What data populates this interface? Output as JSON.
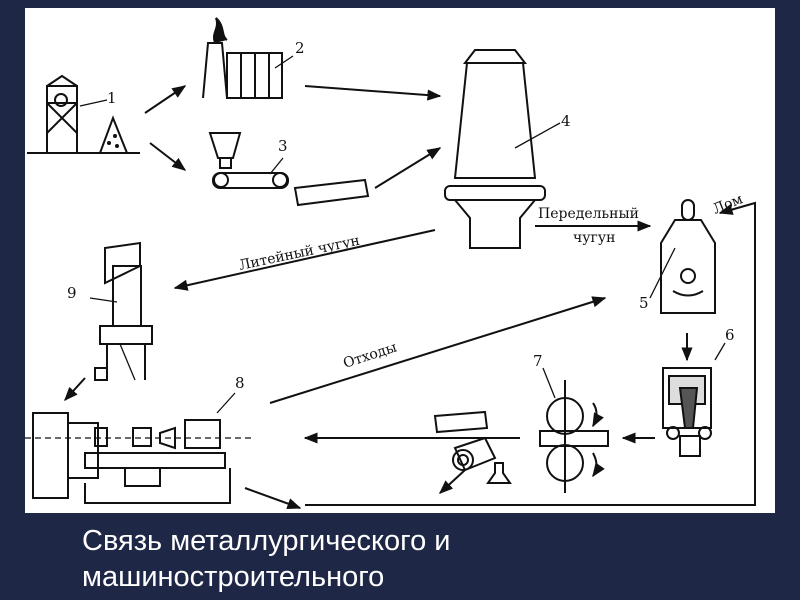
{
  "caption": {
    "line1": "Связь металлургического и",
    "line2": "машиностроительного"
  },
  "numbers": [
    "1",
    "2",
    "3",
    "4",
    "5",
    "6",
    "7",
    "8",
    "9"
  ],
  "labels": {
    "pig_iron_conversion_line1": "Передельный",
    "pig_iron_conversion_line2": "чугун",
    "scrap": "Лом",
    "foundry_iron": "Литейный чугун",
    "waste": "Отходы"
  },
  "colors": {
    "background": "#1f2747",
    "panel": "#ffffff",
    "ink": "#111111",
    "caption_text": "#ffffff"
  }
}
